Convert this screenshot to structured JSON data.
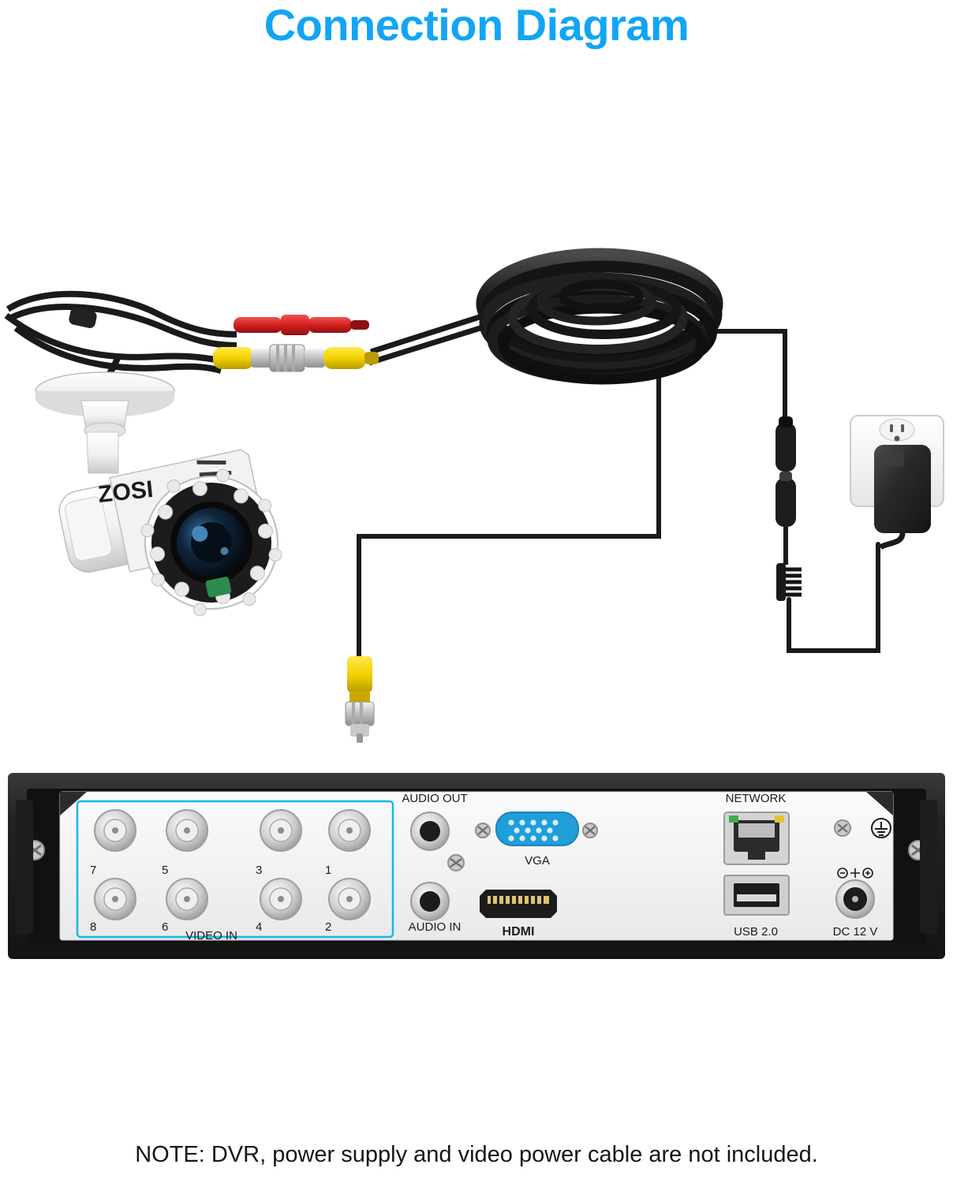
{
  "title": "Connection Diagram",
  "note": "NOTE: DVR, power supply and video power cable are not included.",
  "colors": {
    "title_blue": "#12A5F4",
    "cable_black": "#1a1a1a",
    "bnc_yellow": "#F2D200",
    "power_red": "#D61F1F",
    "dvr_body": "#2b2b2b",
    "dvr_panel": "#f4f4f4",
    "video_in_outline": "#14b9e8",
    "vga_blue": "#1f9ed8",
    "port_silver": "#d8d8d8"
  },
  "camera": {
    "brand": "ZOSI",
    "type": "bullet-camera"
  },
  "dvr": {
    "video_in_label": "VIDEO IN",
    "bnc_ports": [
      {
        "label": "7"
      },
      {
        "label": "5"
      },
      {
        "label": "3"
      },
      {
        "label": "1"
      },
      {
        "label": "8"
      },
      {
        "label": "6"
      },
      {
        "label": "4"
      },
      {
        "label": "2"
      }
    ],
    "audio_out_label": "AUDIO OUT",
    "audio_in_label": "AUDIO IN",
    "vga_label": "VGA",
    "hdmi_label": "HDMI",
    "network_label": "NETWORK",
    "usb_label": "USB 2.0",
    "dc_label": "DC 12 V"
  },
  "outlet": {
    "type": "wall-outlet",
    "adapter": "power-adapter"
  }
}
